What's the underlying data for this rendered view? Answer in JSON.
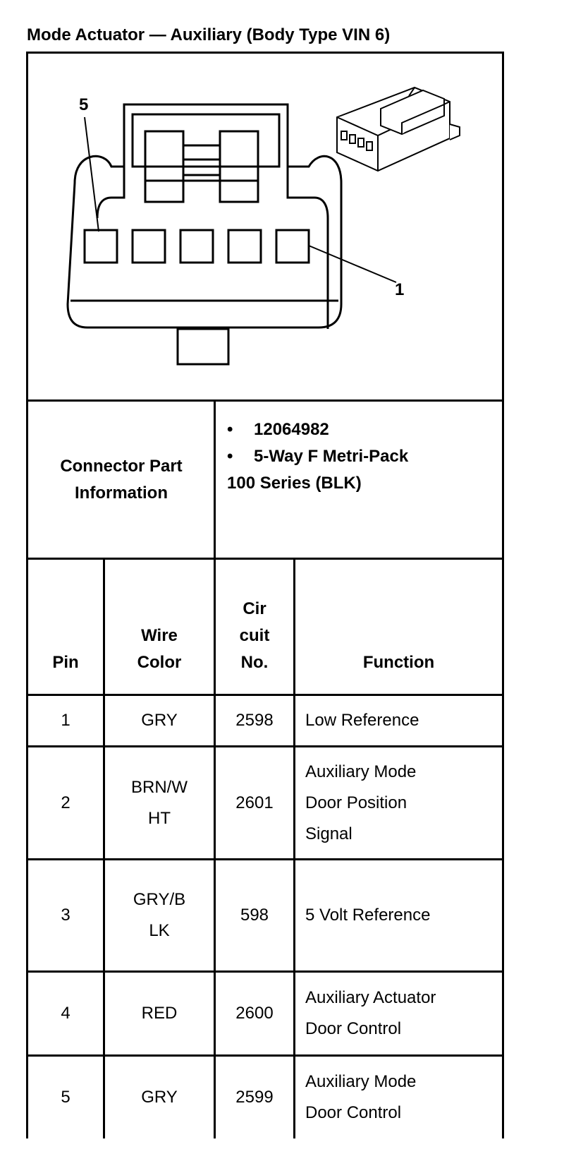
{
  "title": "Mode Actuator — Auxiliary (Body Type VIN 6)",
  "diagram": {
    "pin_label_left": "5",
    "pin_label_right": "1"
  },
  "connector": {
    "label_line1": "Connector Part",
    "label_line2": "Information",
    "info": [
      "12064982",
      "5-Way F Metri-Pack"
    ],
    "info_continued": "100 Series (BLK)"
  },
  "table": {
    "headers": {
      "pin": "Pin",
      "wire_color_line1": "Wire",
      "wire_color_line2": "Color",
      "circuit_line1": "Cir",
      "circuit_line2": "cuit",
      "circuit_line3": "No.",
      "function": "Function"
    },
    "rows": [
      {
        "pin": "1",
        "wire": [
          "GRY"
        ],
        "circuit": "2598",
        "function": [
          "Low Reference"
        ]
      },
      {
        "pin": "2",
        "wire": [
          "BRN/W",
          "HT"
        ],
        "circuit": "2601",
        "function": [
          "Auxiliary Mode",
          "Door Position",
          "Signal"
        ]
      },
      {
        "pin": "3",
        "wire": [
          "GRY/B",
          "LK"
        ],
        "circuit": "598",
        "function": [
          "5 Volt Reference"
        ]
      },
      {
        "pin": "4",
        "wire": [
          "RED"
        ],
        "circuit": "2600",
        "function": [
          "Auxiliary Actuator",
          "Door Control"
        ]
      },
      {
        "pin": "5",
        "wire": [
          "GRY"
        ],
        "circuit": "2599",
        "function": [
          "Auxiliary Mode",
          "Door Control"
        ]
      }
    ]
  }
}
